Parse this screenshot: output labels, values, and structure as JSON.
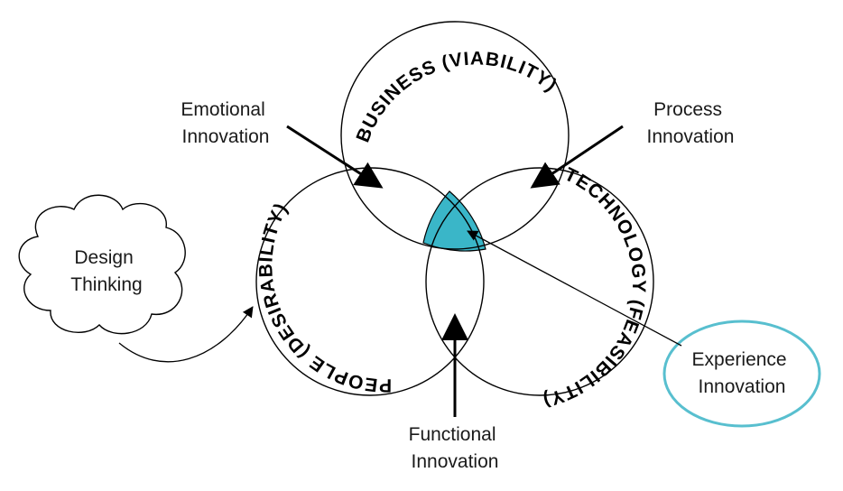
{
  "diagram": {
    "circles": {
      "business": "BUSINESS (VIABILITY)",
      "technology": "TECHNOLOGY (FEASIBILITY)",
      "people": "PEOPLE (DESIRABILITY)"
    },
    "labels": {
      "emotional": [
        "Emotional",
        "Innovation"
      ],
      "process": [
        "Process",
        "Innovation"
      ],
      "functional": [
        "Functional",
        "Innovation"
      ],
      "experience": [
        "Experience",
        "Innovation"
      ],
      "design_thinking": [
        "Design",
        "Thinking"
      ]
    },
    "colors": {
      "intersection_fill": "#3ab6c8",
      "experience_ellipse_stroke": "#58bfcf",
      "stroke": "#000000"
    }
  }
}
